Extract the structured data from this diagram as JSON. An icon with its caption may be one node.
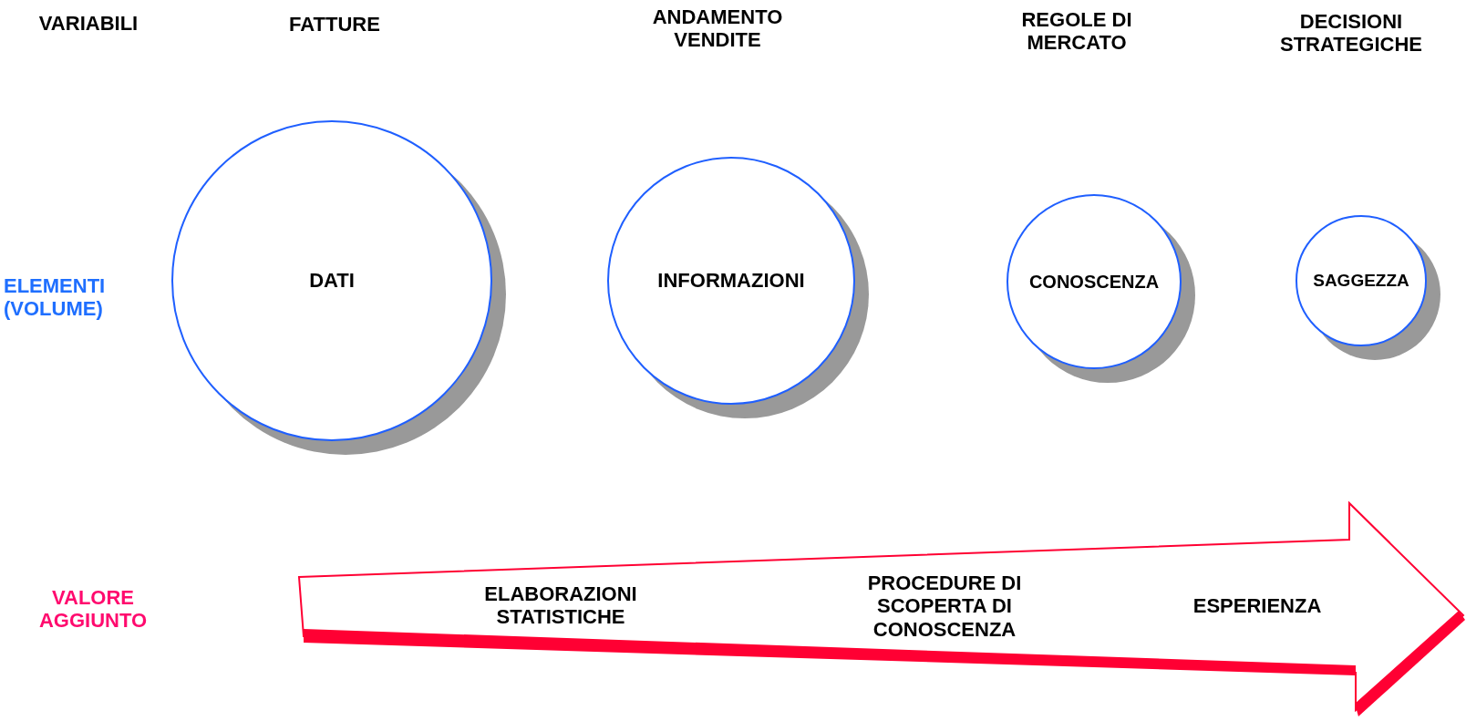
{
  "diagram": {
    "nodes": [
      {
        "text": [
          "DATI"
        ]
      },
      {
        "text": [
          "INFORMAZIONI"
        ]
      },
      {
        "text": [
          "CONOSCENZA"
        ]
      },
      {
        "text": [
          "SAGGEZZA"
        ]
      }
    ],
    "labels": [
      "VARIABILI",
      "FATTURE",
      "ANDAMENTO VENDITE",
      "REGOLE DI MERCATO",
      "DECISIONI STRATEGICHE",
      "ELEMENTI (VOLUME)",
      "VALORE AGGIUNTO",
      "ELABORAZIONI STATISTICHE",
      "PROCEDURE DI SCOPERTA DI CONOSCENZA",
      "ESPERIENZA"
    ]
  }
}
